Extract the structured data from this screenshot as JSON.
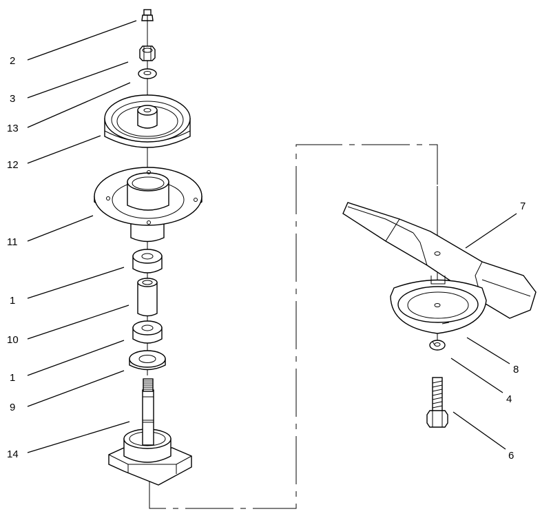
{
  "diagram": {
    "callouts": [
      {
        "id": "c2",
        "label": "2"
      },
      {
        "id": "c3",
        "label": "3"
      },
      {
        "id": "c13",
        "label": "13"
      },
      {
        "id": "c12",
        "label": "12"
      },
      {
        "id": "c11",
        "label": "11"
      },
      {
        "id": "c1a",
        "label": "1"
      },
      {
        "id": "c10",
        "label": "10"
      },
      {
        "id": "c1b",
        "label": "1"
      },
      {
        "id": "c9",
        "label": "9"
      },
      {
        "id": "c14",
        "label": "14"
      },
      {
        "id": "c7",
        "label": "7"
      },
      {
        "id": "c8",
        "label": "8"
      },
      {
        "id": "c4",
        "label": "4"
      },
      {
        "id": "c6",
        "label": "6"
      }
    ],
    "colors": {
      "line": "#000000",
      "background": "#ffffff"
    }
  }
}
